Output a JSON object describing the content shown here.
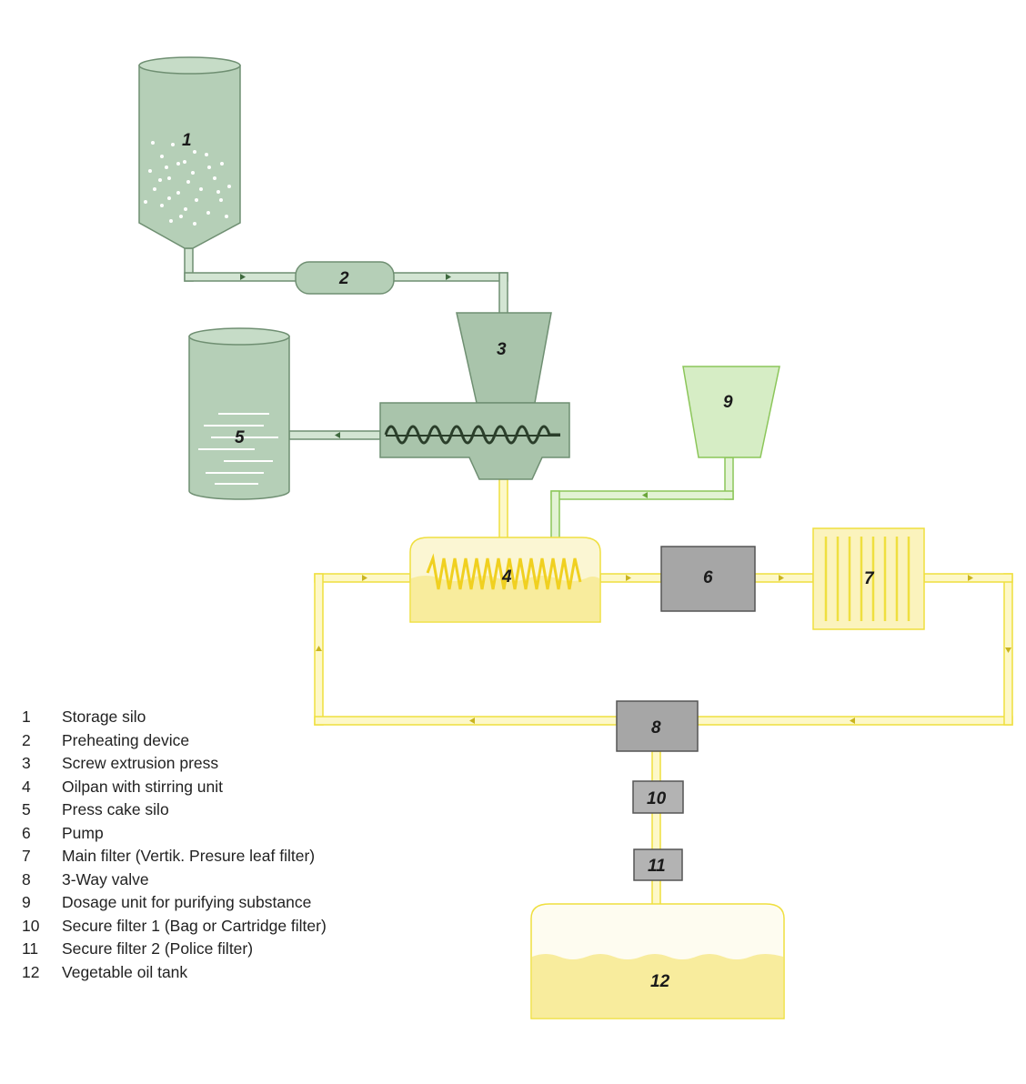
{
  "colors": {
    "green_fill": "#b5cfb7",
    "green_stroke": "#6f8f72",
    "light_green_fill": "#d6edc5",
    "light_green_stroke": "#8cc65a",
    "yellow_fill": "#fbf3bd",
    "yellow_stroke": "#efdf3f",
    "grey_fill": "#a6a6a6",
    "grey_stroke": "#555555"
  },
  "components": {
    "c1": "1",
    "c2": "2",
    "c3": "3",
    "c4": "4",
    "c5": "5",
    "c6": "6",
    "c7": "7",
    "c8": "8",
    "c9": "9",
    "c10": "10",
    "c11": "11",
    "c12": "12"
  },
  "legend": [
    {
      "num": "1",
      "text": "Storage silo"
    },
    {
      "num": "2",
      "text": "Preheating device"
    },
    {
      "num": "3",
      "text": "Screw extrusion press"
    },
    {
      "num": "4",
      "text": "Oilpan with stirring unit"
    },
    {
      "num": "5",
      "text": "Press cake silo"
    },
    {
      "num": "6",
      "text": "Pump"
    },
    {
      "num": "7",
      "text": "Main filter (Vertik. Presure leaf filter)"
    },
    {
      "num": "8",
      "text": "3-Way valve"
    },
    {
      "num": "9",
      "text": "Dosage unit for purifying substance"
    },
    {
      "num": "10",
      "text": "Secure filter 1 (Bag or Cartridge filter)"
    },
    {
      "num": "11",
      "text": "Secure filter 2 (Police filter)"
    },
    {
      "num": "12",
      "text": "Vegetable oil tank"
    }
  ]
}
